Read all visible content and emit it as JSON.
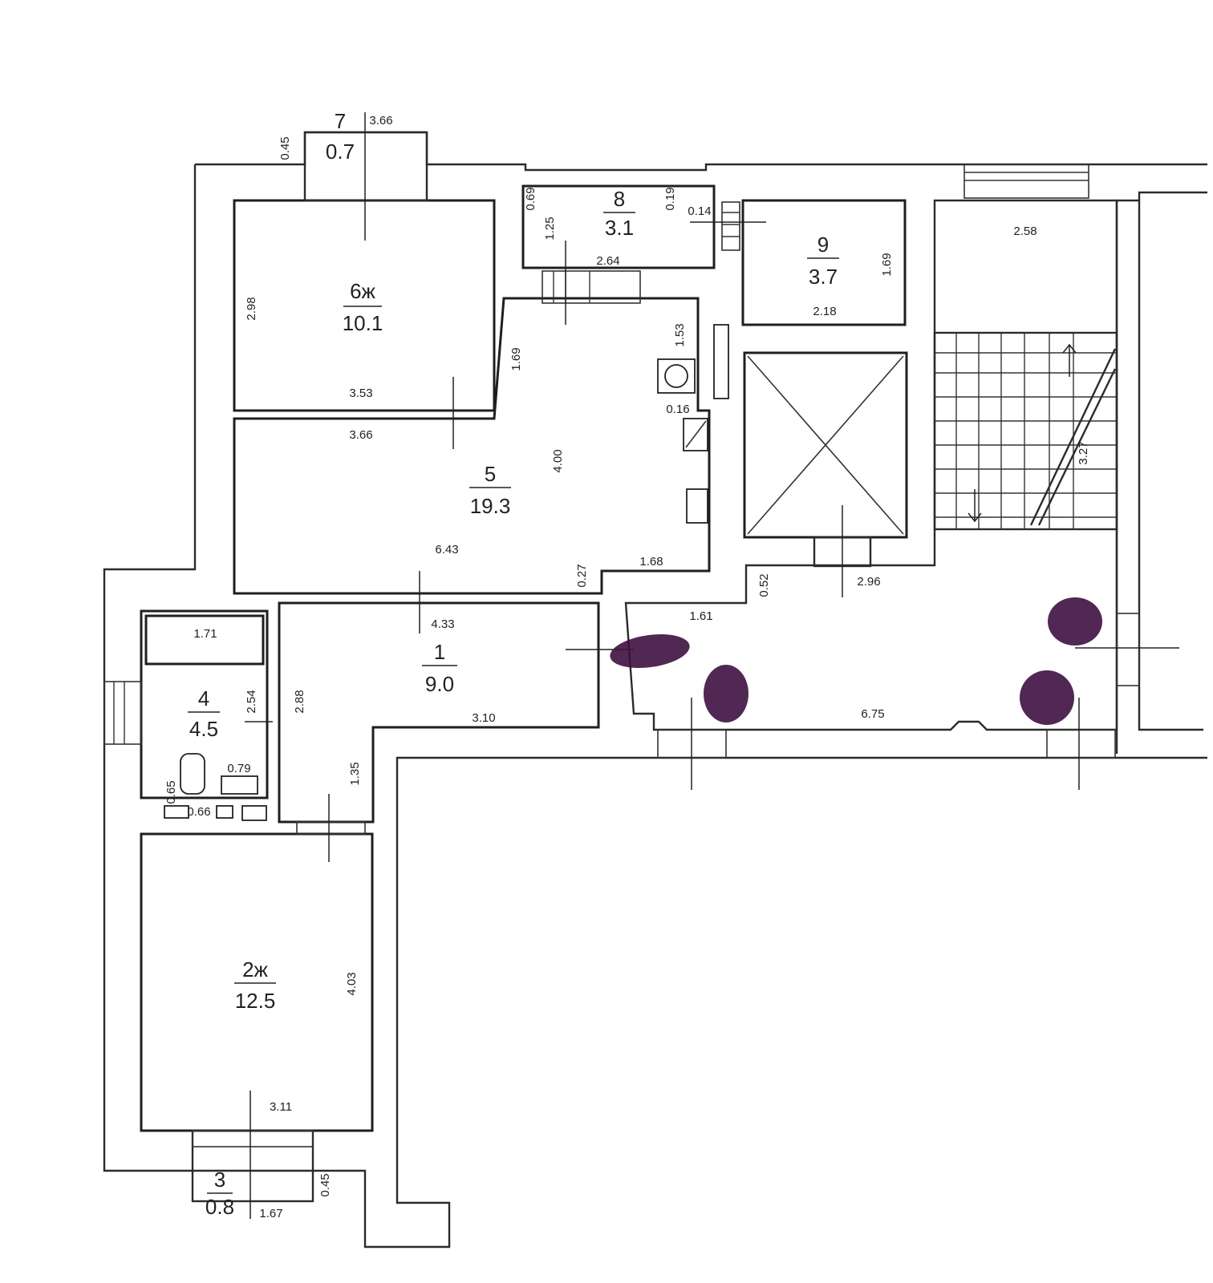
{
  "rooms": [
    {
      "id": "room-1",
      "number": "1",
      "area": "9.0"
    },
    {
      "id": "room-2",
      "number": "2ж",
      "area": "12.5"
    },
    {
      "id": "room-3",
      "number": "3",
      "area": "0.8"
    },
    {
      "id": "room-4",
      "number": "4",
      "area": "4.5"
    },
    {
      "id": "room-5",
      "number": "5",
      "area": "19.3"
    },
    {
      "id": "room-6",
      "number": "6ж",
      "area": "10.1"
    },
    {
      "id": "room-7",
      "number": "7",
      "area": "0.7"
    },
    {
      "id": "room-8",
      "number": "8",
      "area": "3.1"
    },
    {
      "id": "room-9",
      "number": "9",
      "area": "3.7"
    }
  ],
  "dimensions": {
    "d_366": "3.66",
    "d_045_top": "0.45",
    "d_298": "2.98",
    "d_353": "3.53",
    "d_366b": "3.66",
    "d_069": "0.69",
    "d_125": "1.25",
    "d_264": "2.64",
    "d_019": "0.19",
    "d_014": "0.14",
    "d_169": "1.69",
    "d_218": "2.18",
    "d_258": "2.58",
    "d_153": "1.53",
    "d_169b": "1.69",
    "d_016": "0.16",
    "d_400": "4.00",
    "d_643": "6.43",
    "d_027": "0.27",
    "d_168": "1.68",
    "d_433": "4.33",
    "d_052": "0.52",
    "d_296": "2.96",
    "d_161": "1.61",
    "d_327": "3.27",
    "d_171": "1.71",
    "d_254": "2.54",
    "d_288": "2.88",
    "d_310": "3.10",
    "d_675": "6.75",
    "d_079": "0.79",
    "d_065": "0.65",
    "d_066": "0.66",
    "d_135": "1.35",
    "d_403": "4.03",
    "d_311": "3.11",
    "d_045_bottom": "0.45",
    "d_167": "1.67"
  },
  "colors": {
    "line": "#222222",
    "marker": "#3d1140"
  }
}
